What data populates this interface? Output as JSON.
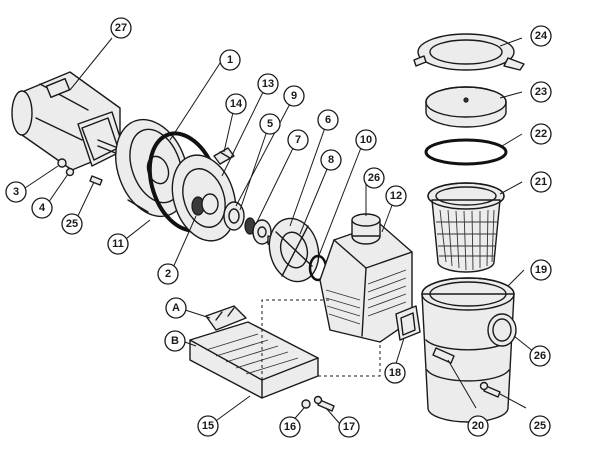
{
  "callouts": [
    {
      "label": "27"
    },
    {
      "label": "1"
    },
    {
      "label": "13"
    },
    {
      "label": "14"
    },
    {
      "label": "9"
    },
    {
      "label": "5"
    },
    {
      "label": "7"
    },
    {
      "label": "6"
    },
    {
      "label": "10"
    },
    {
      "label": "8"
    },
    {
      "label": "26"
    },
    {
      "label": "12"
    },
    {
      "label": "3"
    },
    {
      "label": "4"
    },
    {
      "label": "25"
    },
    {
      "label": "11"
    },
    {
      "label": "2"
    },
    {
      "label": "A"
    },
    {
      "label": "B"
    },
    {
      "label": "15"
    },
    {
      "label": "16"
    },
    {
      "label": "17"
    },
    {
      "label": "18"
    },
    {
      "label": "24"
    },
    {
      "label": "23"
    },
    {
      "label": "22"
    },
    {
      "label": "21"
    },
    {
      "label": "19"
    },
    {
      "label": "26"
    },
    {
      "label": "20"
    },
    {
      "label": "25"
    }
  ]
}
